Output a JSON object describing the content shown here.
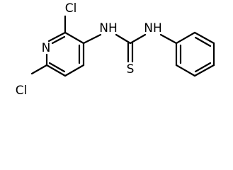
{
  "molecule": {
    "atoms": {
      "cl_top": "Cl",
      "cl_bottom": "Cl",
      "n_ring": "N",
      "nh_left": "NH",
      "nh_right": "NH",
      "s_thione": "S"
    }
  },
  "colors": {
    "bond": "#000000",
    "label": "#000000",
    "background": "#ffffff"
  }
}
